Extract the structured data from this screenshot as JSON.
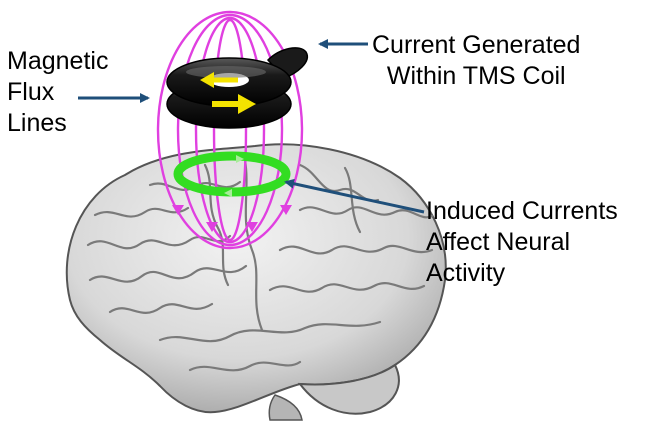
{
  "labels": {
    "flux": {
      "lines": [
        "Magnetic",
        "Flux",
        "Lines"
      ]
    },
    "coil": {
      "lines": [
        "Current Generated",
        "Within TMS Coil"
      ]
    },
    "induced": {
      "lines": [
        "Induced Currents",
        "Affect Neural",
        "Activity"
      ]
    }
  },
  "colors": {
    "flux_lines": "#e040e0",
    "coil_body": "#1c1c1c",
    "coil_arrows": "#f4e300",
    "induced_ring": "#33dd22",
    "induced_arrows": "#a8ec9a",
    "pointer_arrows": "#1f4f7a",
    "brain_fill": "#dcdcdc",
    "brain_folds": "#7a7a7a"
  },
  "icons": {
    "coil": "tms-coil-icon",
    "ring": "induced-current-ring-icon",
    "brain": "brain-illustration"
  }
}
